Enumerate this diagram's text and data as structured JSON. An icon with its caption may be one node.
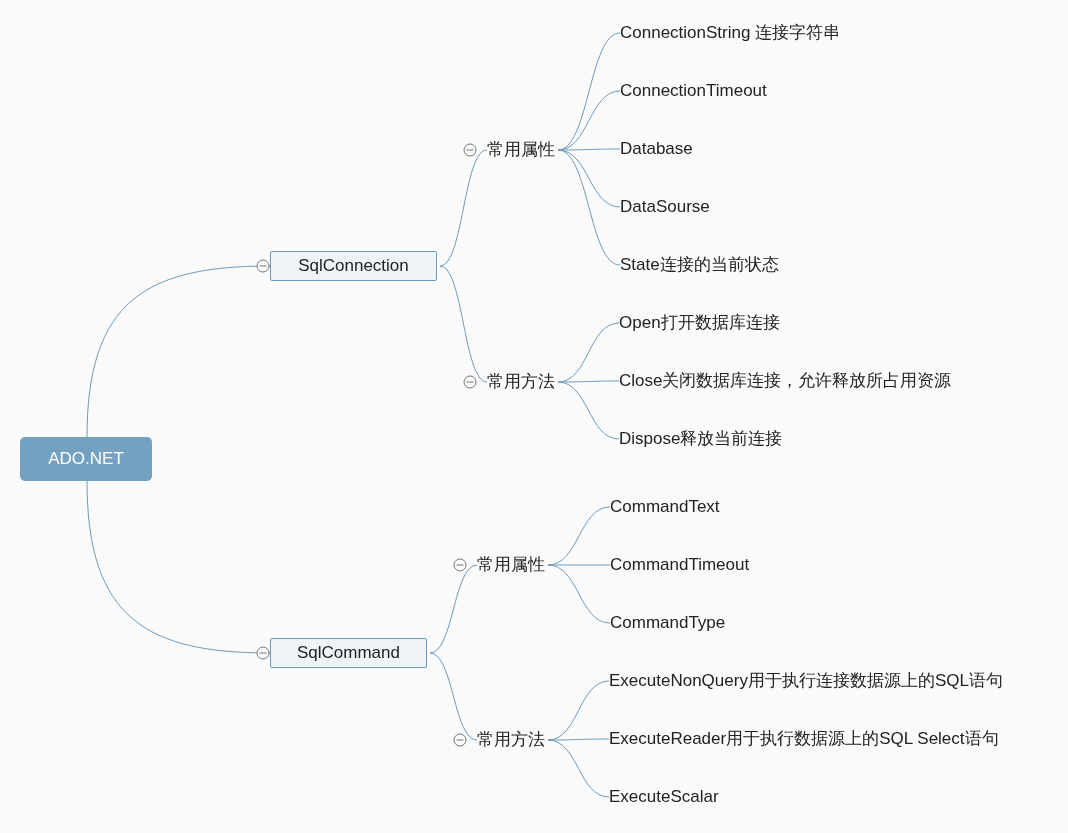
{
  "diagram": {
    "nodes": [
      {
        "text": [
          "ADO.NET"
        ]
      },
      {
        "text": [
          "SqlConnection"
        ]
      },
      {
        "text": [
          "常用属性"
        ]
      },
      {
        "text": [
          "ConnectionString 连接字符串"
        ]
      },
      {
        "text": [
          "ConnectionTimeout"
        ]
      },
      {
        "text": [
          "Database"
        ]
      },
      {
        "text": [
          "DataSourse"
        ]
      },
      {
        "text": [
          "State连接的当前状态"
        ]
      },
      {
        "text": [
          "常用方法"
        ]
      },
      {
        "text": [
          "Open打开数据库连接"
        ]
      },
      {
        "text": [
          "Close关闭数据库连接，允许释放所占用资源"
        ]
      },
      {
        "text": [
          "Dispose释放当前连接"
        ]
      },
      {
        "text": [
          "SqlCommand"
        ]
      },
      {
        "text": [
          "常用属性"
        ]
      },
      {
        "text": [
          "CommandText"
        ]
      },
      {
        "text": [
          "CommandTimeout"
        ]
      },
      {
        "text": [
          "CommandType"
        ]
      },
      {
        "text": [
          "常用方法"
        ]
      },
      {
        "text": [
          "ExecuteNonQuery用于执行连接数据源上的SQL语句"
        ]
      },
      {
        "text": [
          "ExecuteReader用于执行数据源上的SQL Select语句"
        ]
      },
      {
        "text": [
          "ExecuteScalar"
        ]
      }
    ],
    "edges": [
      {
        "from": 0,
        "to": 1,
        "arrow": "none"
      },
      {
        "from": 1,
        "to": 2,
        "arrow": "none"
      },
      {
        "from": 2,
        "to": 3,
        "arrow": "none"
      },
      {
        "from": 2,
        "to": 4,
        "arrow": "none"
      },
      {
        "from": 2,
        "to": 5,
        "arrow": "none"
      },
      {
        "from": 2,
        "to": 6,
        "arrow": "none"
      },
      {
        "from": 2,
        "to": 7,
        "arrow": "none"
      },
      {
        "from": 1,
        "to": 8,
        "arrow": "none"
      },
      {
        "from": 8,
        "to": 9,
        "arrow": "none"
      },
      {
        "from": 8,
        "to": 10,
        "arrow": "none"
      },
      {
        "from": 8,
        "to": 11,
        "arrow": "none"
      },
      {
        "from": 0,
        "to": 12,
        "arrow": "none"
      },
      {
        "from": 12,
        "to": 13,
        "arrow": "none"
      },
      {
        "from": 13,
        "to": 14,
        "arrow": "none"
      },
      {
        "from": 13,
        "to": 15,
        "arrow": "none"
      },
      {
        "from": 13,
        "to": 16,
        "arrow": "none"
      },
      {
        "from": 12,
        "to": 17,
        "arrow": "none"
      },
      {
        "from": 17,
        "to": 18,
        "arrow": "none"
      },
      {
        "from": 17,
        "to": 19,
        "arrow": "none"
      },
      {
        "from": 17,
        "to": 20,
        "arrow": "none"
      }
    ]
  }
}
